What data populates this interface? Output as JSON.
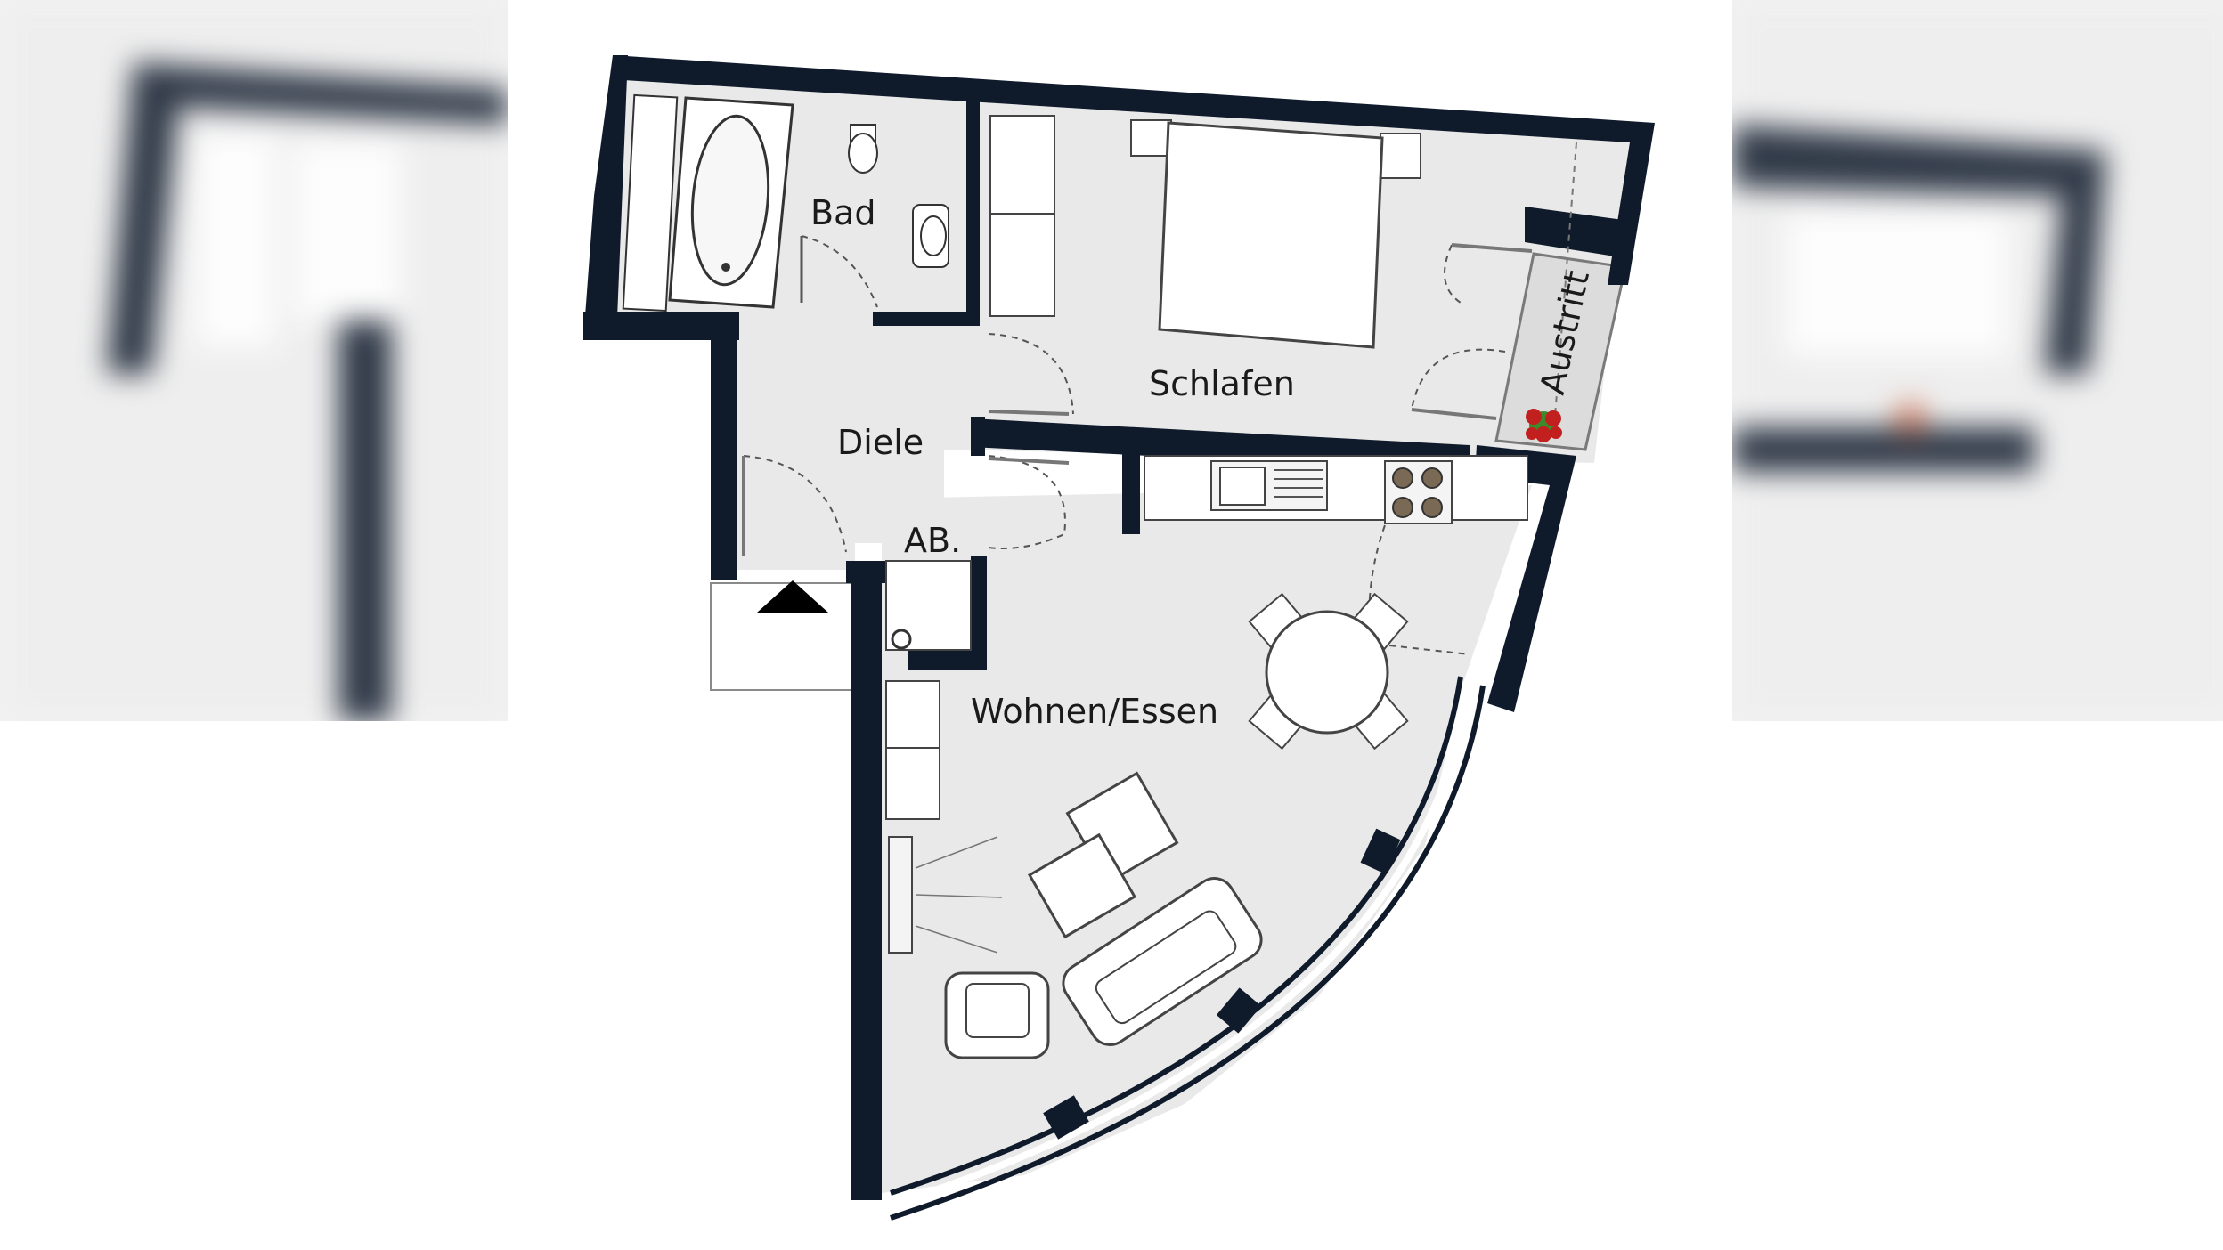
{
  "labels": {
    "bad": "Bad",
    "schlafen": "Schlafen",
    "diele": "Diele",
    "ab": "AB.",
    "wohnen_essen": "Wohnen/Essen",
    "austritt": "Austritt"
  },
  "colors": {
    "wall": "#0f1a2b",
    "floor": "#e9e9e9",
    "furniture": "#ffffff",
    "plant_red": "#c21f1f",
    "plant_green": "#3c8a2a"
  }
}
